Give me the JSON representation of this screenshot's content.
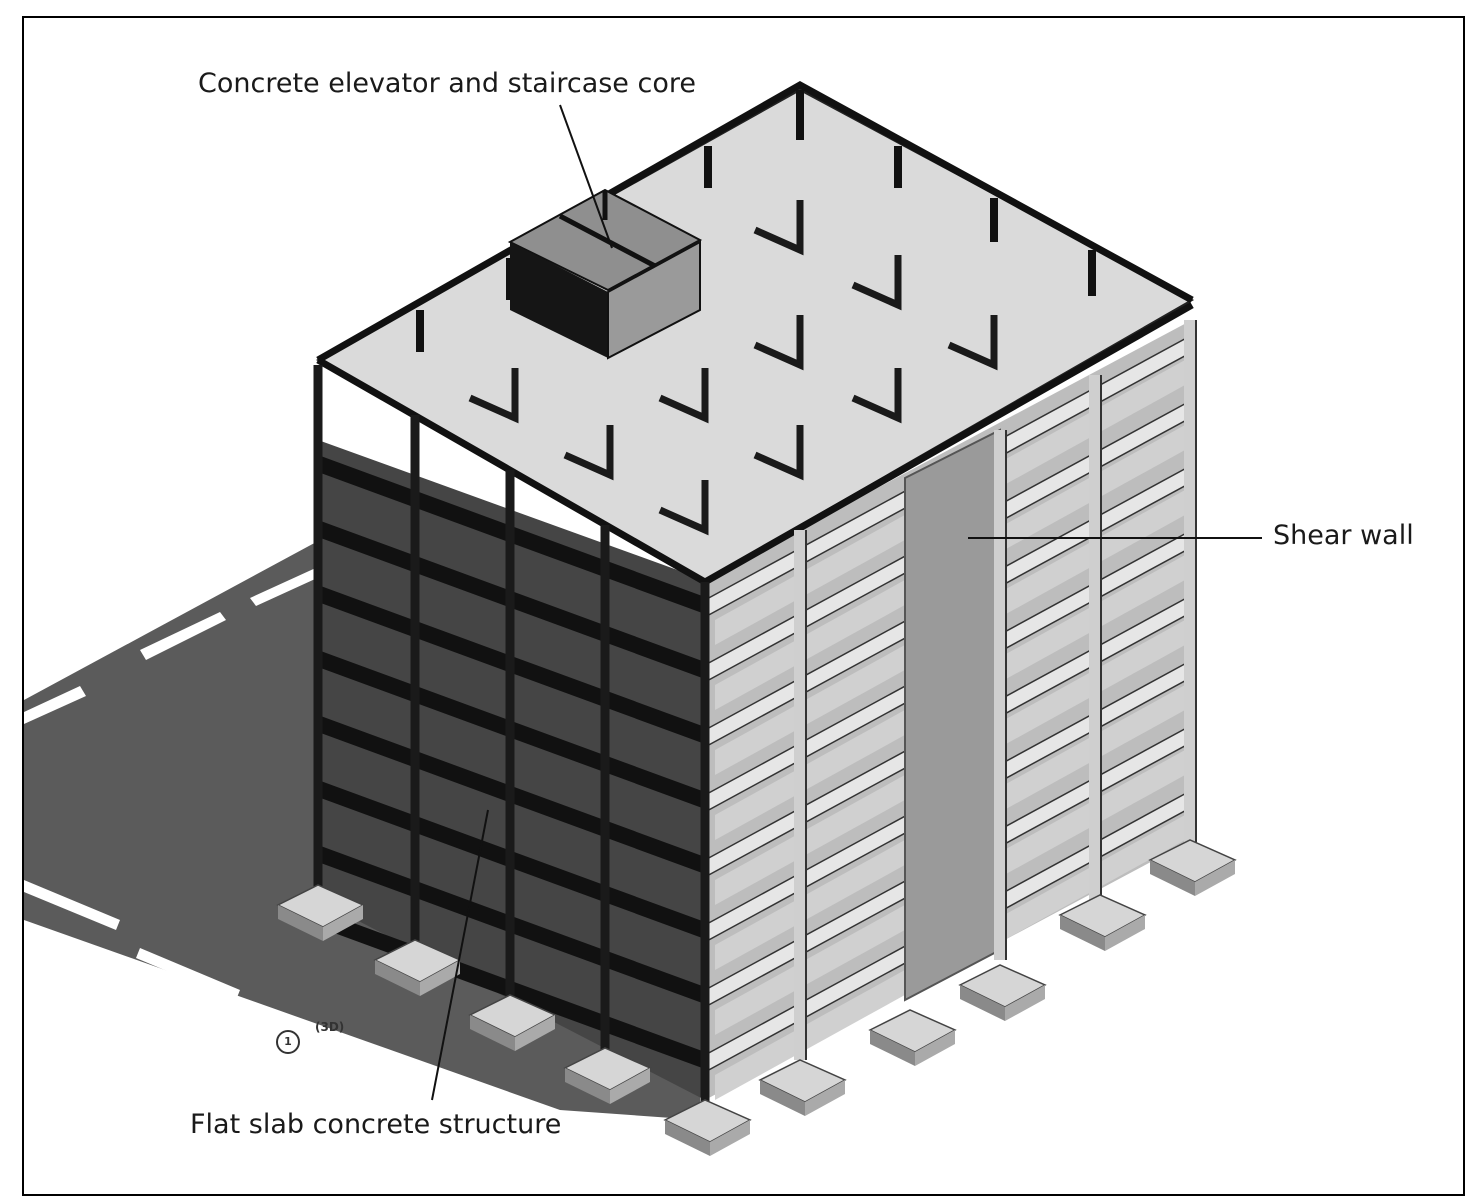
{
  "annotations": {
    "core": "Concrete elevator and staircase core",
    "shear_wall": "Shear wall",
    "flat_slab": "Flat slab concrete structure"
  },
  "view_marker": {
    "number": "1",
    "tag": "(3D)"
  },
  "colors": {
    "shadow": "#5a5a5a",
    "slab_top": "#dcdcdc",
    "column": "#1e1e1e",
    "shear_wall": "#9e9e9e",
    "core": "#2a2a2a",
    "footing": "#c8c8c8"
  }
}
